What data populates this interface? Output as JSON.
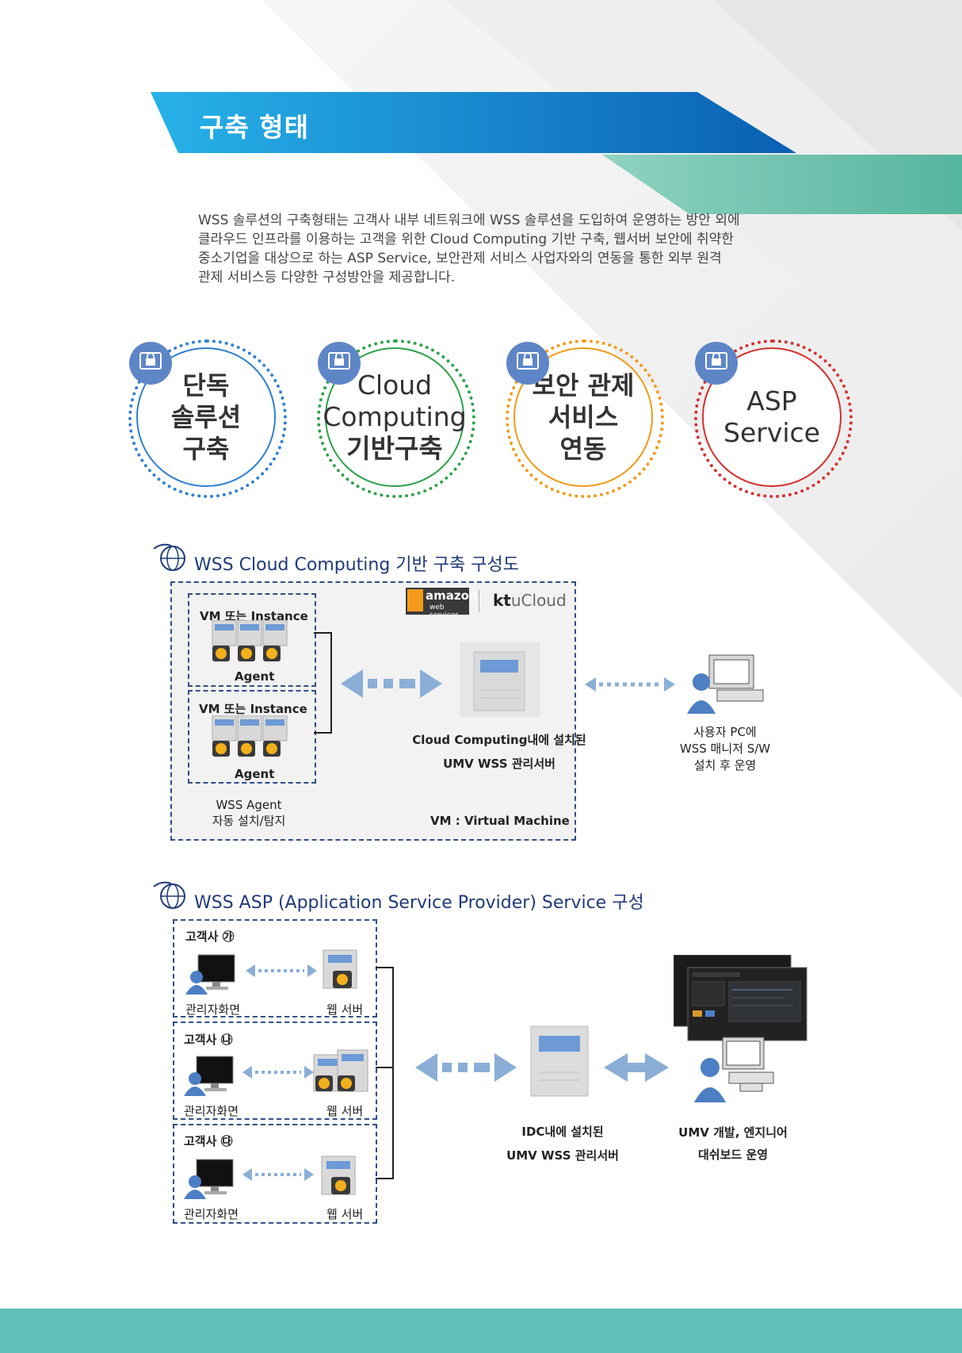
{
  "header": {
    "title": "구축 형태"
  },
  "intro": {
    "lines": [
      "WSS 솔루션의 구축형태는 고객사 내부 네트워크에 WSS 솔루션을 도입하여 운영하는 방안 외에",
      "클라우드 인프라를 이용하는 고객을 위한 Cloud Computing 기반 구축, 웹서버 보안에 취약한",
      "중소기업을 대상으로 하는 ASP Service, 보안관제 서비스 사업자와의 연동을 통한 외부 원격",
      "관제 서비스등 다양한 구성방안을 제공합니다."
    ]
  },
  "types": [
    {
      "lines": [
        "단독",
        "솔루션",
        "구축"
      ],
      "color": "#2f7fd0"
    },
    {
      "lines": [
        "Cloud",
        "Computing",
        "기반구축"
      ],
      "color": "#2da24a"
    },
    {
      "lines": [
        "보안 관제",
        "서비스",
        "연동"
      ],
      "color": "#f09a1a"
    },
    {
      "lines": [
        "ASP",
        "Service"
      ],
      "color": "#d62f2f"
    }
  ],
  "cloud_section": {
    "title": "WSS Cloud Computing 기반 구축 구성도",
    "vm_label": "VM 또는 Instance",
    "agent_label": "Agent",
    "agent_caption": [
      "WSS Agent",
      "자동 설치/탐지"
    ],
    "aws_logo": [
      "amazon",
      "web services"
    ],
    "kt_logo": [
      "kt",
      "uCloud"
    ],
    "server_caption": [
      "Cloud Computing내에 설치된",
      "UMV WSS 관리서버"
    ],
    "vm_note": "VM : Virtual Machine",
    "user_caption": [
      "사용자 PC에",
      "WSS 매니저 S/W",
      "설치 후 운영"
    ]
  },
  "asp_section": {
    "title": "WSS ASP (Application Service Provider) Service 구성",
    "customers": [
      {
        "name": "고객사 ㉮",
        "admin": "관리자화면",
        "web": "웹 서버"
      },
      {
        "name": "고객사 ㉯",
        "admin": "관리자화면",
        "web": "웹 서버"
      },
      {
        "name": "고객사 ㉰",
        "admin": "관리자화면",
        "web": "웹 서버"
      }
    ],
    "server_caption": [
      "IDC내에 설치된",
      "UMV WSS 관리서버"
    ],
    "dashboard_caption": [
      "UMV 개발, 엔지니어",
      "대쉬보드 운영"
    ]
  },
  "colors": {
    "band_blue": "#1a7fd0",
    "teal": "#5fbfbb",
    "navy": "#1f3a78",
    "arrow": "#8aaed6"
  }
}
